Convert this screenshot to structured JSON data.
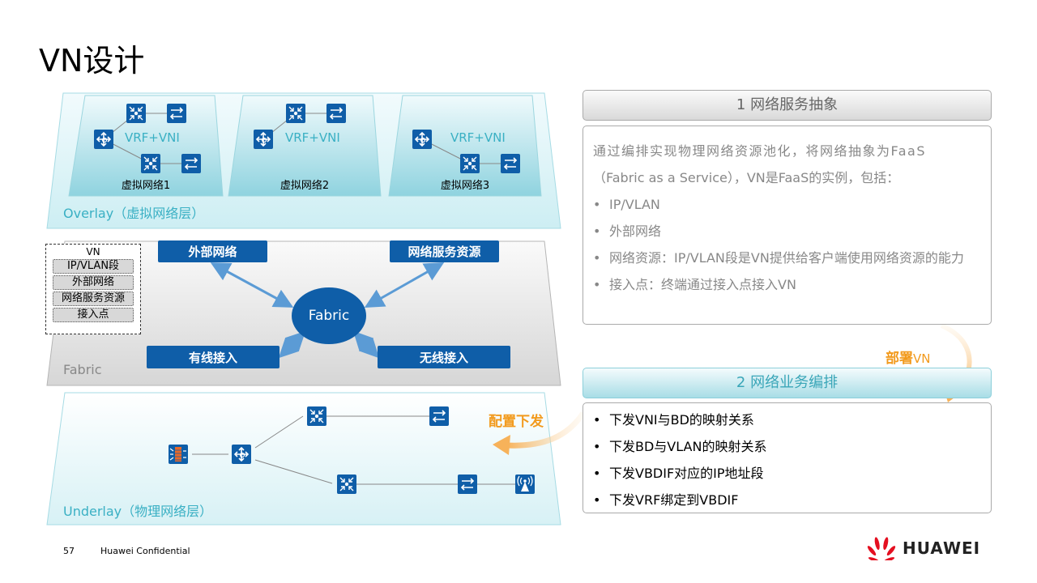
{
  "title": "VN设计",
  "overlay": {
    "layer_label": "Overlay（虚拟网络层）",
    "networks": [
      {
        "label": "虚拟网络1",
        "tag": "VRF+VNI"
      },
      {
        "label": "虚拟网络2",
        "tag": "VRF+VNI"
      },
      {
        "label": "虚拟网络3",
        "tag": "VRF+VNI"
      }
    ]
  },
  "fabric": {
    "layer_label": "Fabric",
    "center": "Fabric",
    "nodes": {
      "external": "外部网络",
      "services": "网络服务资源",
      "wired": "有线接入",
      "wireless": "无线接入"
    },
    "vn_box": {
      "title": "VN",
      "items": [
        "IP/VLAN段",
        "外部网络",
        "网络服务资源",
        "接入点"
      ]
    }
  },
  "underlay": {
    "layer_label": "Underlay（物理网络层）",
    "devices": [
      "firewall",
      "core-router",
      "aggregation-switch",
      "access-switch",
      "aggregation-switch",
      "access-switch",
      "wireless-ap"
    ]
  },
  "arrows": {
    "deploy_vn": {
      "bold": "部署",
      "normal": "VN"
    },
    "config_push": "配置下发"
  },
  "panel1": {
    "heading": "1 网络服务抽象",
    "intro_line1": "通过编排实现物理网络资源池化，将网络抽象为FaaS",
    "intro_line2": "（Fabric as a Service），VN是FaaS的实例，包括：",
    "bullets": [
      "IP/VLAN",
      "外部网络",
      "网络资源：IP/VLAN段是VN提供给客户端使用网络资源的能力",
      "接入点：终端通过接入点接入VN"
    ]
  },
  "panel2": {
    "heading": "2 网络业务编排",
    "bullets": [
      "下发VNI与BD的映射关系",
      "下发BD与VLAN的映射关系",
      "下发VBDIF对应的IP地址段",
      "下发VRF绑定到VBDIF"
    ]
  },
  "footer": {
    "page": "57",
    "confidential": "Huawei Confidential",
    "brand": "HUAWEI"
  },
  "colors": {
    "device_blue": "#0f5ea8",
    "accent_teal": "#3ab0c4",
    "accent_orange": "#f29a1d",
    "brand_red": "#e40f20"
  }
}
